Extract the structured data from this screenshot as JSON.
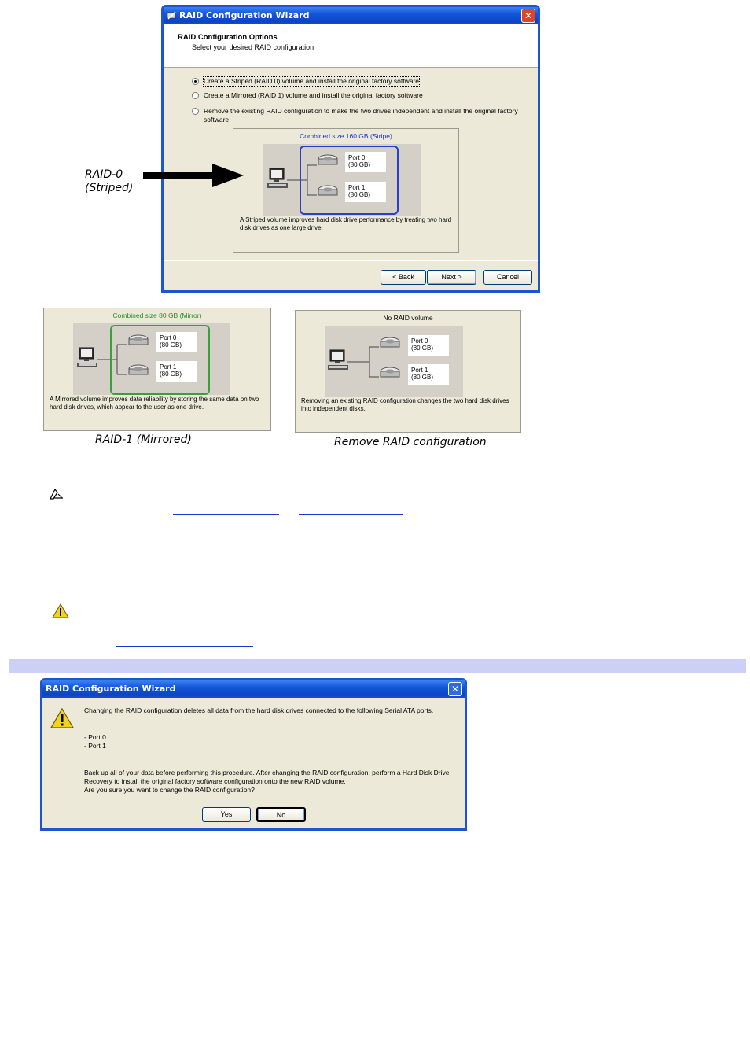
{
  "wizard": {
    "title": "RAID Configuration Wizard",
    "header_title": "RAID Configuration Options",
    "header_subtitle": "Select your desired RAID configuration",
    "options": [
      {
        "label": "Create a Striped (RAID 0) volume and install the original factory software",
        "selected": true
      },
      {
        "label": "Create a Mirrored (RAID 1) volume and install the original factory software",
        "selected": false
      },
      {
        "label": "Remove the existing RAID configuration to make the two drives independent and install the original factory software",
        "selected": false
      }
    ],
    "panel_caption": "Combined size 160 GB (Stripe)",
    "panel_caption_color": "#1b35c9",
    "port0": "Port 0",
    "port0_size": "(80 GB)",
    "port1": "Port 1",
    "port1_size": "(80 GB)",
    "description": "A Striped volume improves hard disk drive performance by treating two hard disk drives as one large drive.",
    "back_label": "< Back",
    "next_label": "Next >",
    "cancel_label": "Cancel"
  },
  "arrow_label_line1": "RAID-0",
  "arrow_label_line2": "(Striped)",
  "mirror_panel": {
    "caption": "Combined size 80 GB (Mirror)",
    "caption_color": "#2a8a2a",
    "port0": "Port 0",
    "port0_size": "(80 GB)",
    "port1": "Port 1",
    "port1_size": "(80 GB)",
    "description": "A Mirrored volume improves data reliability by storing the same data on two hard disk drives, which appear to the user as one drive.",
    "label": "RAID-1 (Mirrored)"
  },
  "noraid_panel": {
    "caption": "No RAID volume",
    "port0": "Port 0",
    "port0_size": "(80 GB)",
    "port1": "Port 1",
    "port1_size": "(80 GB)",
    "description": "Removing an existing RAID configuration changes the two hard disk drives into independent disks.",
    "label": "Remove RAID configuration"
  },
  "colors": {
    "blue_box": "#2b3fc4",
    "green_box": "#3aa13a",
    "section_bar": "#cccff6",
    "link": "#1a36c8"
  },
  "icons": [
    "note-icon",
    "warning-icon",
    "computer-icon",
    "hard-drive-icon"
  ],
  "dialog": {
    "title": "RAID Configuration Wizard",
    "line1": "Changing the RAID configuration deletes all data from the hard disk drives connected to the following Serial ATA ports.",
    "port0": "- Port 0",
    "port1": "- Port 1",
    "line2": "Back up all of your data before performing this procedure. After changing the RAID configuration, perform a Hard Disk Drive Recovery to install the original factory software configuration onto the new RAID volume.",
    "line3": "Are you sure you want to change the RAID configuration?",
    "yes_label": "Yes",
    "no_label": "No"
  }
}
